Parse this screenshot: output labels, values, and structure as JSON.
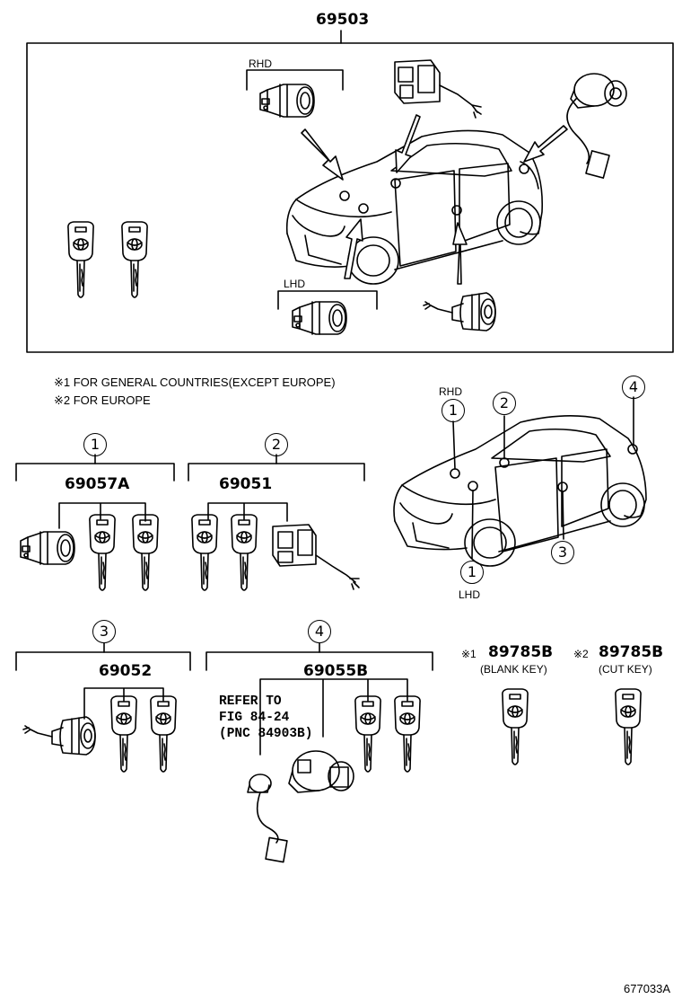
{
  "main_assembly": {
    "part_number": "69503",
    "rhd_label": "RHD",
    "lhd_label": "LHD"
  },
  "notes": {
    "note1": "※1 FOR GENERAL COUNTRIES(EXCEPT EUROPE)",
    "note2": "※2 FOR EUROPE"
  },
  "groups": [
    {
      "index": "1",
      "part_number": "69057A"
    },
    {
      "index": "2",
      "part_number": "69051"
    },
    {
      "index": "3",
      "part_number": "69052"
    },
    {
      "index": "4",
      "part_number": "69055B"
    }
  ],
  "location_diagram": {
    "rhd_label": "RHD",
    "lhd_label": "LHD",
    "callouts": [
      "1",
      "2",
      "3",
      "4",
      "1"
    ]
  },
  "refer": {
    "line1": "REFER TO",
    "line2": "FIG 84-24",
    "line3": "(PNC 84903B)"
  },
  "keys": [
    {
      "mark": "※1",
      "part_number": "89785B",
      "description": "(BLANK KEY)"
    },
    {
      "mark": "※2",
      "part_number": "89785B",
      "description": "(CUT KEY)"
    }
  ],
  "figure_id": "677033A"
}
